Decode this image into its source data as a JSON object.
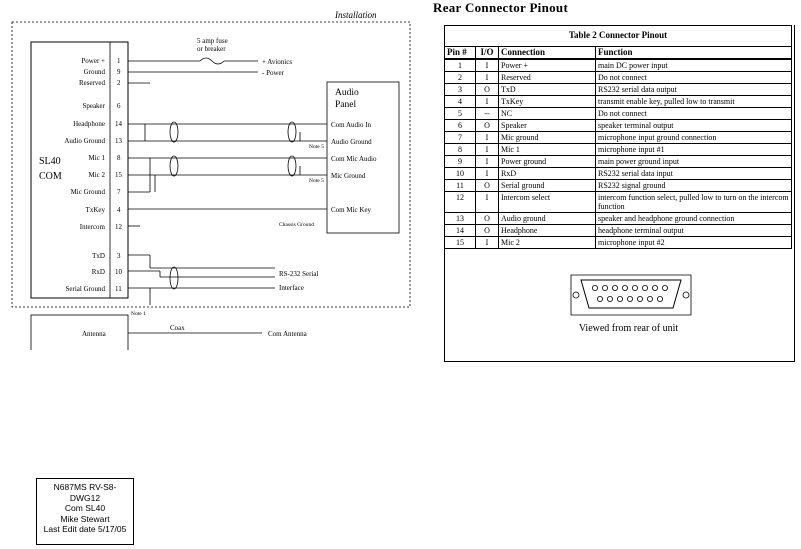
{
  "diagram": {
    "installation_label": "Installation",
    "sl40_label": [
      "SL40",
      "COM"
    ],
    "audio_panel_label": [
      "Audio",
      "Panel"
    ],
    "fuse_label": [
      "5 amp fuse",
      "or breaker"
    ],
    "avionics_label": [
      "+ Avionics",
      "- Power"
    ],
    "unit_pins": [
      {
        "label": "Power +",
        "pin": "1"
      },
      {
        "label": "Ground",
        "pin": "9"
      },
      {
        "label": "Reserved",
        "pin": "2"
      },
      {
        "label": "Speaker",
        "pin": "6"
      },
      {
        "label": "Headphone",
        "pin": "14"
      },
      {
        "label": "Audio Ground",
        "pin": "13"
      },
      {
        "label": "Mic 1",
        "pin": "8"
      },
      {
        "label": "Mic 2",
        "pin": "15"
      },
      {
        "label": "Mic Ground",
        "pin": "7"
      },
      {
        "label": "TxKey",
        "pin": "4"
      },
      {
        "label": "Intercom",
        "pin": "12"
      },
      {
        "label": "TxD",
        "pin": "3"
      },
      {
        "label": "RxD",
        "pin": "10"
      },
      {
        "label": "Serial Ground",
        "pin": "11"
      }
    ],
    "panel_pins": [
      "Com Audio In",
      "Audio Ground",
      "Com Mic Audio",
      "Mic Ground",
      "Com Mic Key"
    ],
    "notes": {
      "note5a": "Note 5",
      "note5b": "Note 5",
      "chassis": "Chassis Ground",
      "note1": "Note 1"
    },
    "serial_label": [
      "RS-232 Serial",
      "Interface"
    ],
    "antenna_label": "Antenna",
    "coax_label": "Coax",
    "com_antenna_label": "Com Antenna"
  },
  "pinout": {
    "heading": "Rear Connector Pinout",
    "table_title": "Table 2  Connector Pinout",
    "columns": [
      "Pin #",
      "I/O",
      "Connection",
      "Function"
    ],
    "rows": [
      [
        "1",
        "I",
        "Power +",
        "main DC power input"
      ],
      [
        "2",
        "I",
        "Reserved",
        "Do not connect"
      ],
      [
        "3",
        "O",
        "TxD",
        "RS232 serial data output"
      ],
      [
        "4",
        "I",
        "TxKey",
        "transmit enable key, pulled low to transmit"
      ],
      [
        "5",
        "--",
        "NC",
        "Do not connect"
      ],
      [
        "6",
        "O",
        "Speaker",
        "speaker terminal output"
      ],
      [
        "7",
        "I",
        "Mic ground",
        "microphone input ground connection"
      ],
      [
        "8",
        "I",
        "Mic 1",
        "microphone input #1"
      ],
      [
        "9",
        "I",
        "Power ground",
        "main power ground input"
      ],
      [
        "10",
        "I",
        "RxD",
        "RS232 serial data input"
      ],
      [
        "11",
        "O",
        "Serial ground",
        "RS232 signal ground"
      ],
      [
        "12",
        "I",
        "Intercom select",
        "intercom function select, pulled low to turn on the intercom function"
      ],
      [
        "13",
        "O",
        "Audio ground",
        "speaker and headphone ground connection"
      ],
      [
        "14",
        "O",
        "Headphone",
        "headphone terminal output"
      ],
      [
        "15",
        "I",
        "Mic 2",
        "microphone input #2"
      ]
    ],
    "connector_caption": "Viewed from rear of unit"
  },
  "info_box": {
    "lines": [
      "N687MS RV-S8-",
      "DWG12",
      "Com SL40",
      "Mike Stewart",
      "Last Edit date 5/17/05"
    ]
  }
}
